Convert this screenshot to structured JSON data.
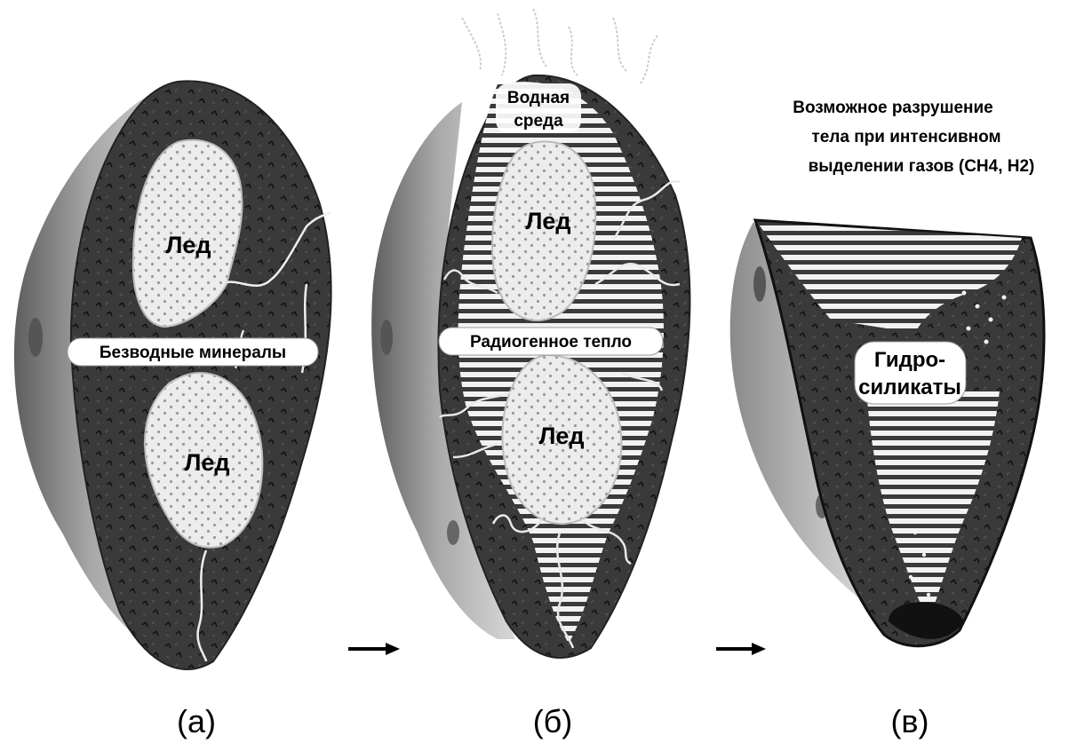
{
  "panel_a": {
    "ice_top": "Лед",
    "ice_bottom": "Лед",
    "minerals_label": "Безводные минералы",
    "caption": "(а)"
  },
  "panel_b": {
    "water_line1": "Водная",
    "water_line2": "среда",
    "ice_top": "Лед",
    "ice_bottom": "Лед",
    "heat_label": "Радиогенное тепло",
    "caption": "(б)"
  },
  "panel_c": {
    "title_line1": "Возможное разрушение",
    "title_line2": "тела при интенсивном",
    "title_line3": "выделении газов (CH4, H2)",
    "hydro_line1": "Гидро-",
    "hydro_line2": "силикаты",
    "caption": "(в)"
  },
  "colors": {
    "rock": "#3a3a3a",
    "ice": "#ebebeb",
    "side": "#9a9a9a",
    "water": "#f0f0f0"
  }
}
